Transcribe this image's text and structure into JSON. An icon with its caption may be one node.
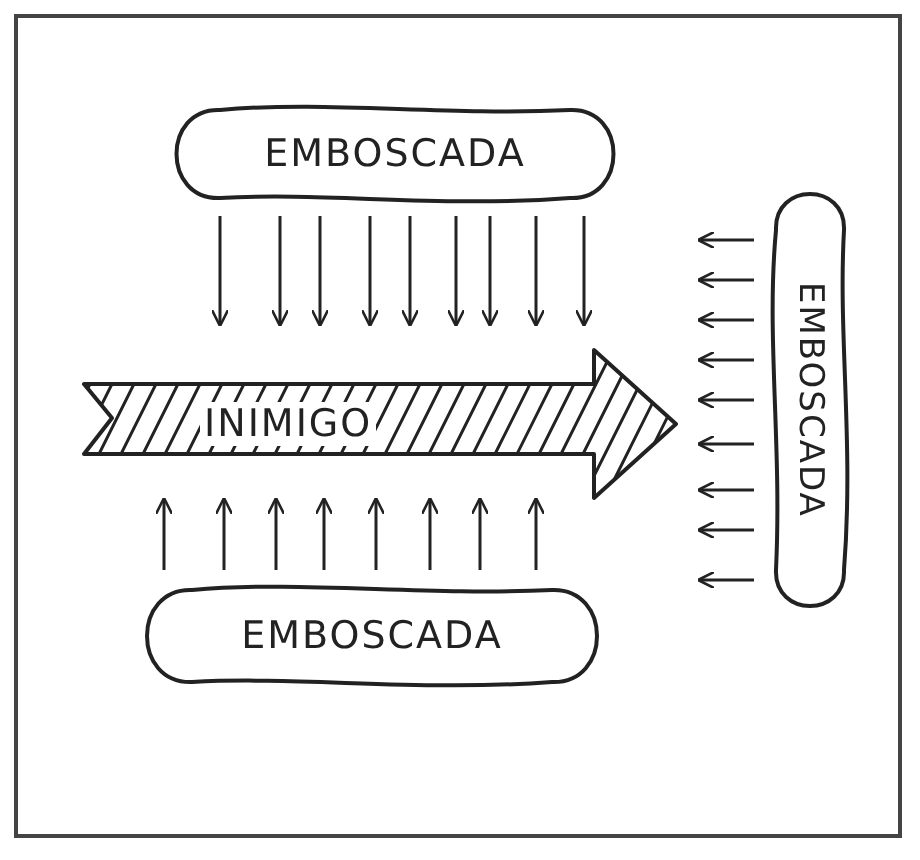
{
  "diagram": {
    "nodes": [
      {
        "text": [
          "EMBOSCADA"
        ]
      },
      {
        "text": [
          "INIMIGO"
        ]
      },
      {
        "text": [
          "EMBOSCADA"
        ]
      },
      {
        "text": [
          "EMBOSCADA"
        ]
      }
    ]
  }
}
